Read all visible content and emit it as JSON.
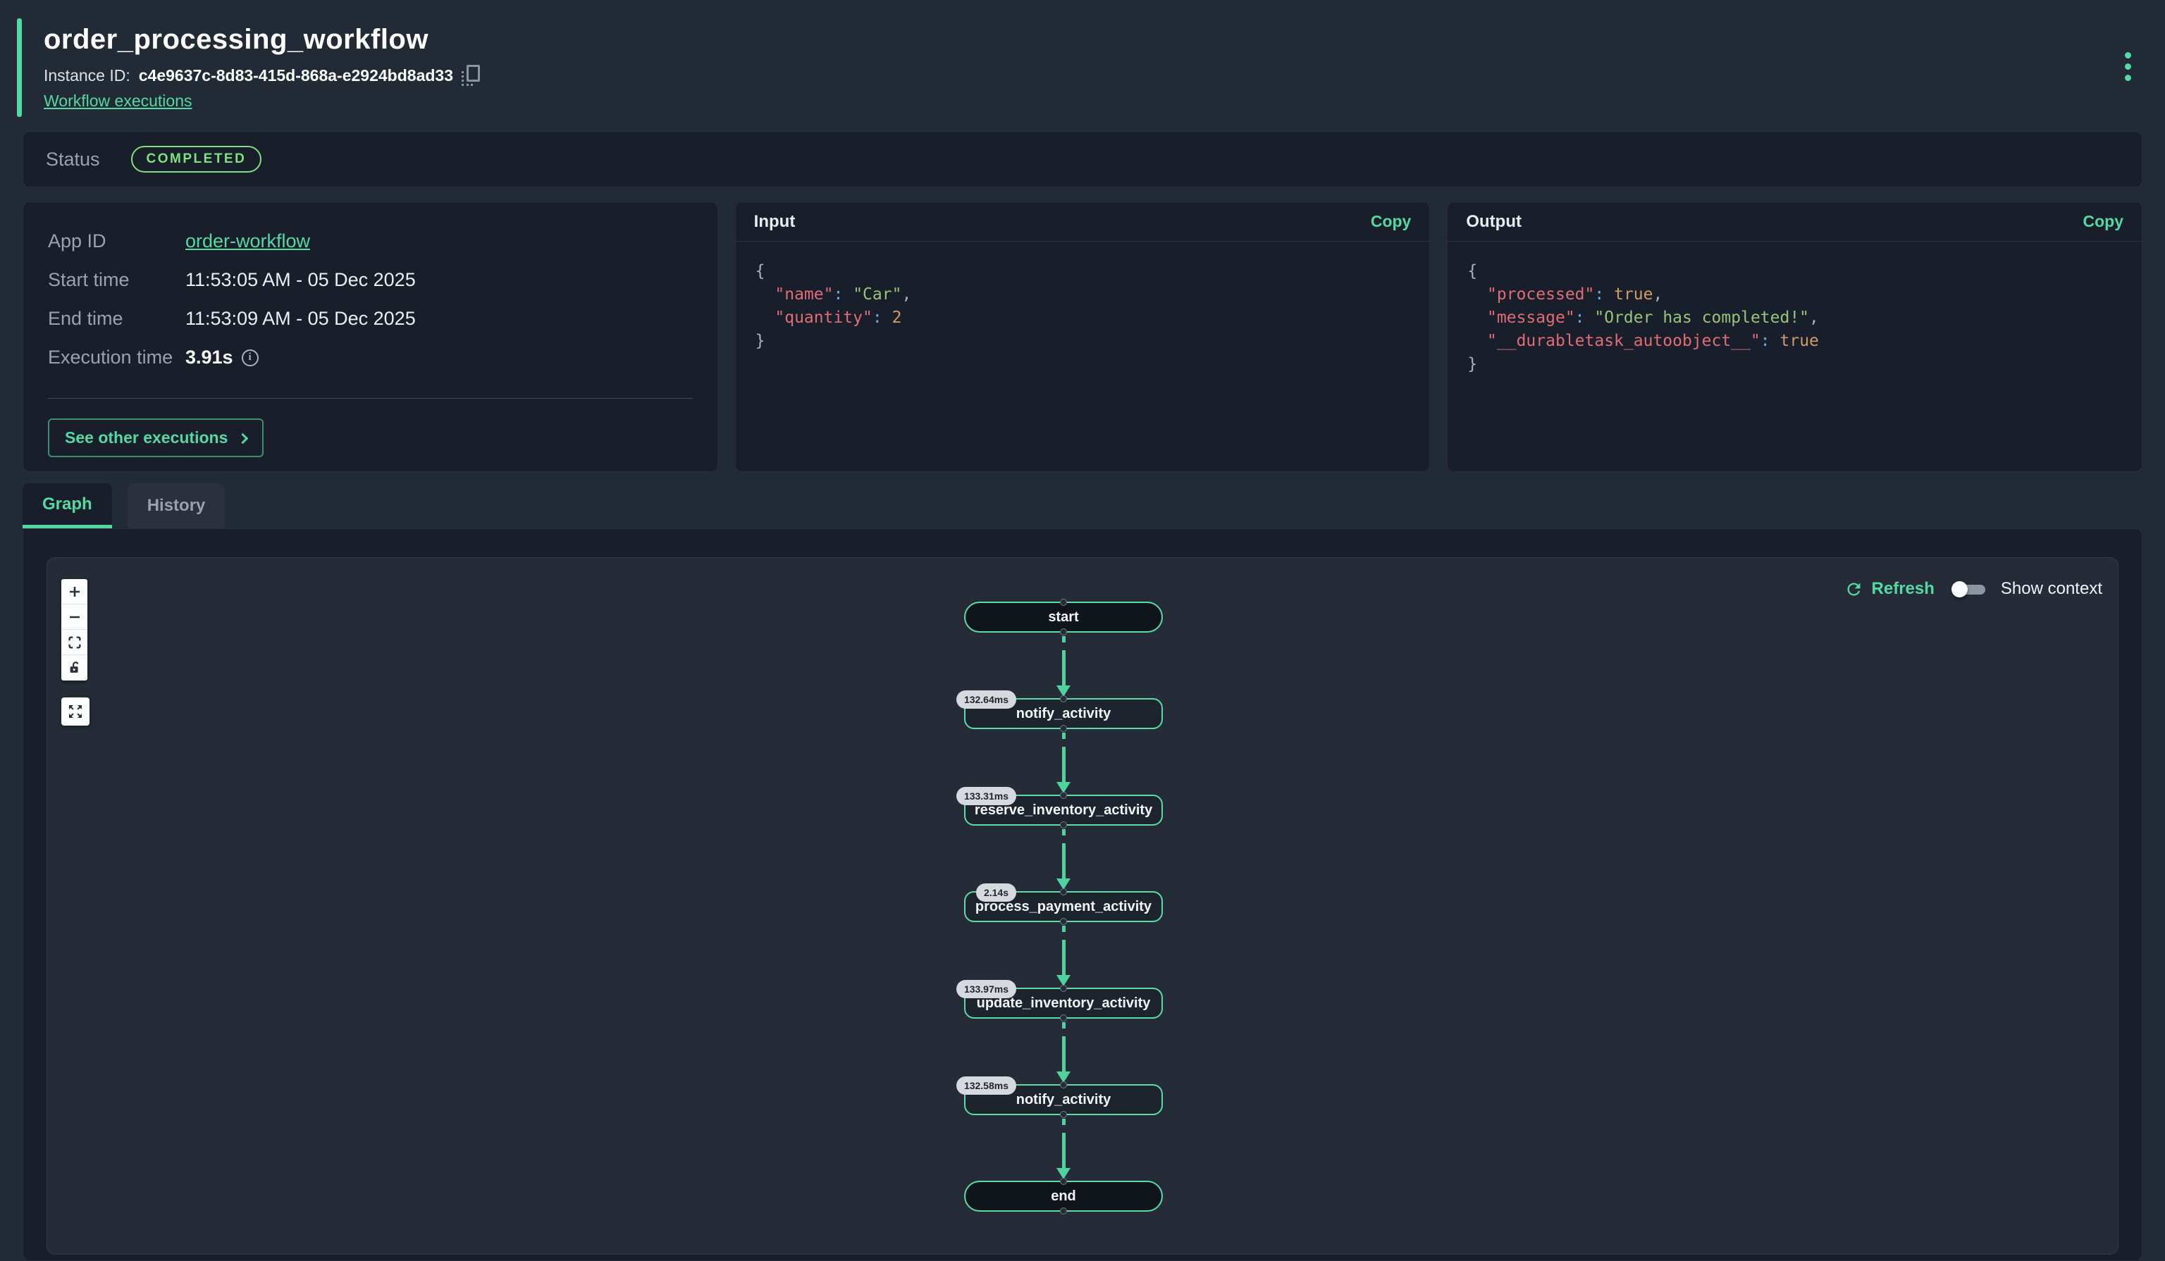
{
  "header": {
    "title": "order_processing_workflow",
    "instance_label": "Instance ID:",
    "instance_id": "c4e9637c-8d83-415d-868a-e2924bd8ad33",
    "executions_link": "Workflow executions"
  },
  "status": {
    "label": "Status",
    "value": "COMPLETED"
  },
  "details": {
    "rows": [
      {
        "label": "App ID",
        "value": "order-workflow"
      },
      {
        "label": "Start time",
        "value": "11:53:05 AM - 05 Dec 2025"
      },
      {
        "label": "End time",
        "value": "11:53:09 AM - 05 Dec 2025"
      },
      {
        "label": "Execution time",
        "value": "3.91s"
      }
    ],
    "see_other_label": "See other executions"
  },
  "input_panel": {
    "title": "Input",
    "copy_label": "Copy",
    "json": [
      [
        {
          "c": "pl",
          "t": "{"
        }
      ],
      [
        {
          "c": "pl",
          "t": "  "
        },
        {
          "c": "key",
          "t": "\"name\""
        },
        {
          "c": "col",
          "t": ":"
        },
        {
          "c": "pl",
          "t": " "
        },
        {
          "c": "str",
          "t": "\"Car\""
        },
        {
          "c": "pl",
          "t": ","
        }
      ],
      [
        {
          "c": "pl",
          "t": "  "
        },
        {
          "c": "key",
          "t": "\"quantity\""
        },
        {
          "c": "col",
          "t": ":"
        },
        {
          "c": "pl",
          "t": " "
        },
        {
          "c": "num",
          "t": "2"
        }
      ],
      [
        {
          "c": "pl",
          "t": "}"
        }
      ]
    ]
  },
  "output_panel": {
    "title": "Output",
    "copy_label": "Copy",
    "json": [
      [
        {
          "c": "pl",
          "t": "{"
        }
      ],
      [
        {
          "c": "pl",
          "t": "  "
        },
        {
          "c": "key",
          "t": "\"processed\""
        },
        {
          "c": "col",
          "t": ":"
        },
        {
          "c": "pl",
          "t": " "
        },
        {
          "c": "num",
          "t": "true"
        },
        {
          "c": "pl",
          "t": ","
        }
      ],
      [
        {
          "c": "pl",
          "t": "  "
        },
        {
          "c": "key",
          "t": "\"message\""
        },
        {
          "c": "col",
          "t": ":"
        },
        {
          "c": "pl",
          "t": " "
        },
        {
          "c": "str",
          "t": "\"Order has completed!\""
        },
        {
          "c": "pl",
          "t": ","
        }
      ],
      [
        {
          "c": "pl",
          "t": "  "
        },
        {
          "c": "key",
          "t": "\"__durabletask_autoobject__\""
        },
        {
          "c": "col",
          "t": ":"
        },
        {
          "c": "pl",
          "t": " "
        },
        {
          "c": "num",
          "t": "true"
        }
      ],
      [
        {
          "c": "pl",
          "t": "}"
        }
      ]
    ]
  },
  "tabs": [
    {
      "label": "Graph",
      "active": true
    },
    {
      "label": "History",
      "active": false
    }
  ],
  "graph": {
    "refresh_label": "Refresh",
    "show_context_label": "Show context",
    "nodes": [
      {
        "label": "start",
        "kind": "terminal"
      },
      {
        "label": "notify_activity",
        "kind": "activity",
        "duration": "132.64ms"
      },
      {
        "label": "reserve_inventory_activity",
        "kind": "activity",
        "duration": "133.31ms"
      },
      {
        "label": "process_payment_activity",
        "kind": "activity",
        "duration": "2.14s"
      },
      {
        "label": "update_inventory_activity",
        "kind": "activity",
        "duration": "133.97ms"
      },
      {
        "label": "notify_activity",
        "kind": "activity",
        "duration": "132.58ms"
      },
      {
        "label": "end",
        "kind": "terminal"
      }
    ]
  },
  "colors": {
    "accent_green": "#53d9a2",
    "status_completed": "#7ee37e",
    "edge_green": "#4fd39c",
    "json_key": "#e06c75",
    "json_string": "#98c379",
    "json_number": "#d19a66",
    "json_colon": "#61afef"
  }
}
